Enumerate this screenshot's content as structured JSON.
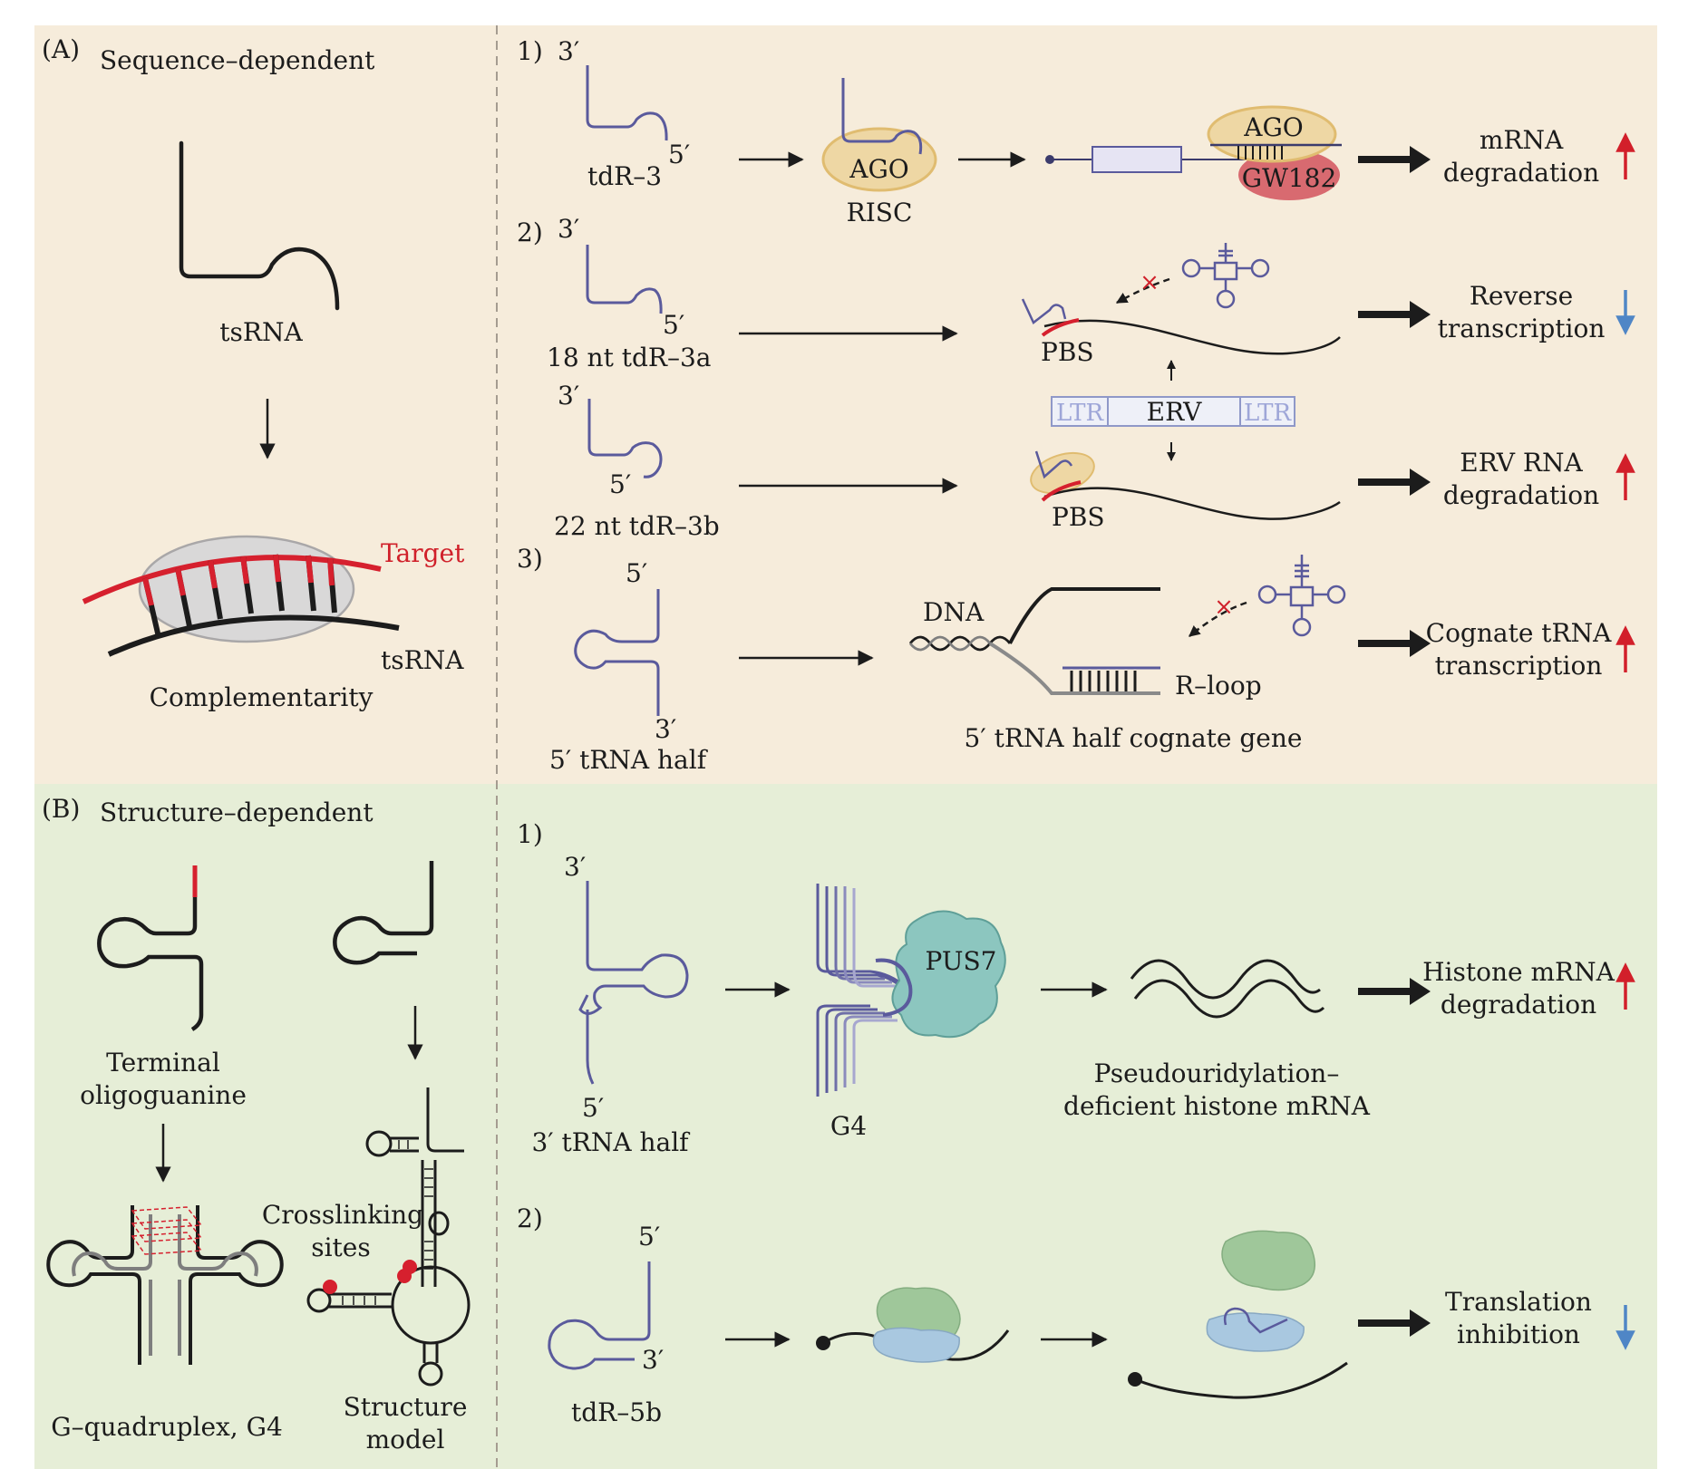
{
  "panel_a": {
    "tag": "(A)",
    "heading": "Sequence–dependent",
    "left": {
      "tsrna_label": "tsRNA",
      "target_label": "Target",
      "tsrna_label_2": "tsRNA",
      "caption": "Complementarity"
    },
    "row1": {
      "num": "1)",
      "end3": "3′",
      "end5": "5′",
      "name": "tdR–3",
      "ago1": "AGO",
      "risc": "RISC",
      "ago2": "AGO",
      "gw182": "GW182",
      "outcome_l1": "mRNA",
      "outcome_l2": "degradation",
      "trend": "up"
    },
    "row2": {
      "num": "2)",
      "a_end3": "3′",
      "a_end5": "5′",
      "a_name": "18 nt tdR–3a",
      "b_end3": "3′",
      "b_end5": "5′",
      "b_name": "22 nt tdR–3b",
      "pbs1": "PBS",
      "pbs2": "PBS",
      "ltr_left": "LTR",
      "erv": "ERV",
      "ltr_right": "LTR",
      "outcome1_l1": "Reverse",
      "outcome1_l2": "transcription",
      "trend1": "down",
      "outcome2_l1": "ERV RNA",
      "outcome2_l2": "degradation",
      "trend2": "up"
    },
    "row3": {
      "num": "3)",
      "end5": "5′",
      "end3": "3′",
      "name": "5′ tRNA half",
      "dna": "DNA",
      "rloop": "R–loop",
      "gene_caption": "5′ tRNA half cognate gene",
      "outcome_l1": "Cognate tRNA",
      "outcome_l2": "transcription",
      "trend": "up"
    }
  },
  "panel_b": {
    "tag": "(B)",
    "heading": "Structure–dependent",
    "left": {
      "terminal_l1": "Terminal",
      "terminal_l2": "oligoguanine",
      "g4_caption": "G–quadruplex, G4",
      "crosslink_l1": "Crosslinking",
      "crosslink_l2": "sites",
      "model_l1": "Structure",
      "model_l2": "model"
    },
    "row1": {
      "num": "1)",
      "end3": "3′",
      "end5": "5′",
      "name": "3′ tRNA half",
      "g4": "G4",
      "pus7": "PUS7",
      "caption_l1": "Pseudouridylation–",
      "caption_l2": "deficient histone mRNA",
      "outcome_l1": "Histone mRNA",
      "outcome_l2": "degradation",
      "trend": "up"
    },
    "row2": {
      "num": "2)",
      "end5": "5′",
      "end3": "3′",
      "name": "tdR–5b",
      "outcome_l1": "Translation",
      "outcome_l2": "inhibition",
      "trend": "down"
    }
  },
  "colors": {
    "panel_a_bg": "#f6ecdb",
    "panel_b_bg": "#e6eed7",
    "rna_purple": "#5a5a9c",
    "target_red": "#d6202e",
    "up_arrow": "#d21f2a",
    "down_arrow": "#4f86c6",
    "ago_fill": "#eed7a4",
    "gw182_fill": "#d86a70",
    "pus7_fill": "#8cc6bf",
    "ribosome_large": "#9fc79a",
    "ribosome_small": "#a9c8e0"
  }
}
